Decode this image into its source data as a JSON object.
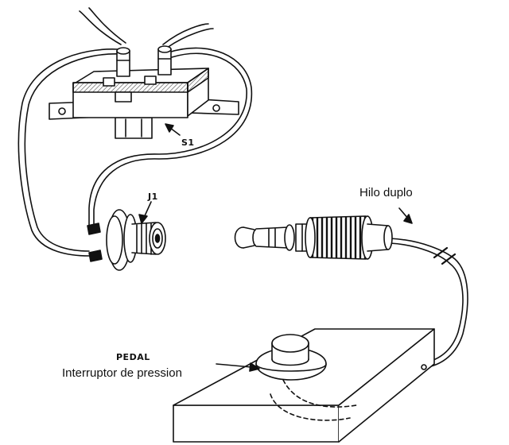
{
  "labels": {
    "switch_ref": "S1",
    "jack_ref": "J1",
    "cable_label": "Hilo duplo",
    "pedal_title": "PEDAL",
    "pedal_switch_label": "Interruptor de pression"
  },
  "colors": {
    "ink": "#111111",
    "paper": "#ffffff",
    "hatch": "#555555"
  }
}
